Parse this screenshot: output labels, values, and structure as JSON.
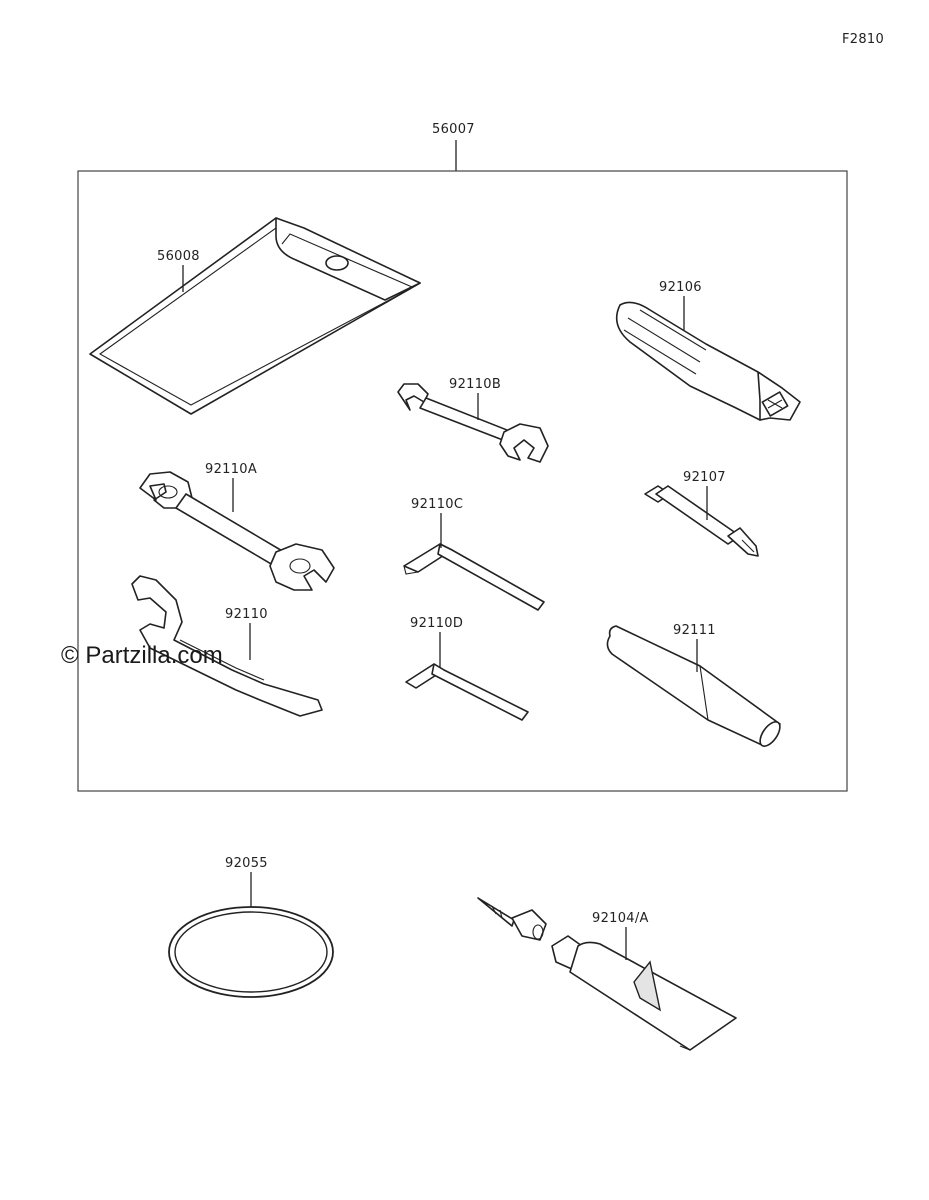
{
  "figure_code": "F2810",
  "watermark": "© Partzilla.com",
  "kit": {
    "part_number": "56007"
  },
  "parts": {
    "tool_bag": "56008",
    "screwdriver_handle": "92106",
    "wrench_b": "92110B",
    "wrench_a": "92110A",
    "screwdriver_bit": "92107",
    "hex_wrench_c": "92110C",
    "spanner": "92110",
    "hex_wrench_d": "92110D",
    "extension_pipe": "92111",
    "o_ring": "92055",
    "grease_tube": "92104/A"
  }
}
